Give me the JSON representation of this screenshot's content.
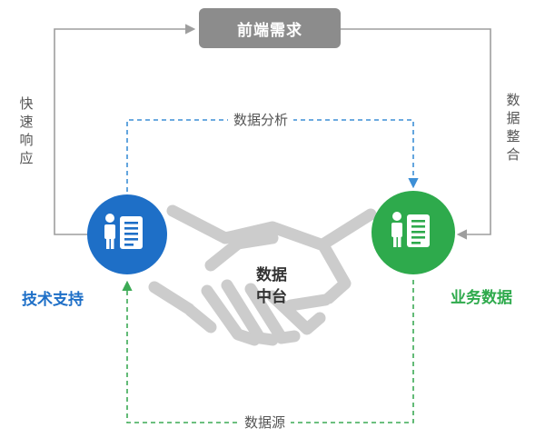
{
  "top_box": {
    "label": "前端需求"
  },
  "left_side": {
    "label": "快速响应"
  },
  "right_side": {
    "label": "数据整合"
  },
  "middle_top": {
    "label": "数据分析"
  },
  "bottom": {
    "label": "数据源"
  },
  "left_node": {
    "label": "技术支持",
    "color": "#1e6fc7",
    "icon": "user-document-icon"
  },
  "right_node": {
    "label": "业务数据",
    "color": "#2eaa4c",
    "icon": "user-document-icon"
  },
  "center": {
    "line1": "数据",
    "line2": "中台",
    "icon": "handshake-icon"
  },
  "colors": {
    "gray_line": "#9e9e9e",
    "blue_dashed": "#3d8fd6",
    "green_dashed": "#3caa55",
    "handshake": "#cccccc"
  }
}
